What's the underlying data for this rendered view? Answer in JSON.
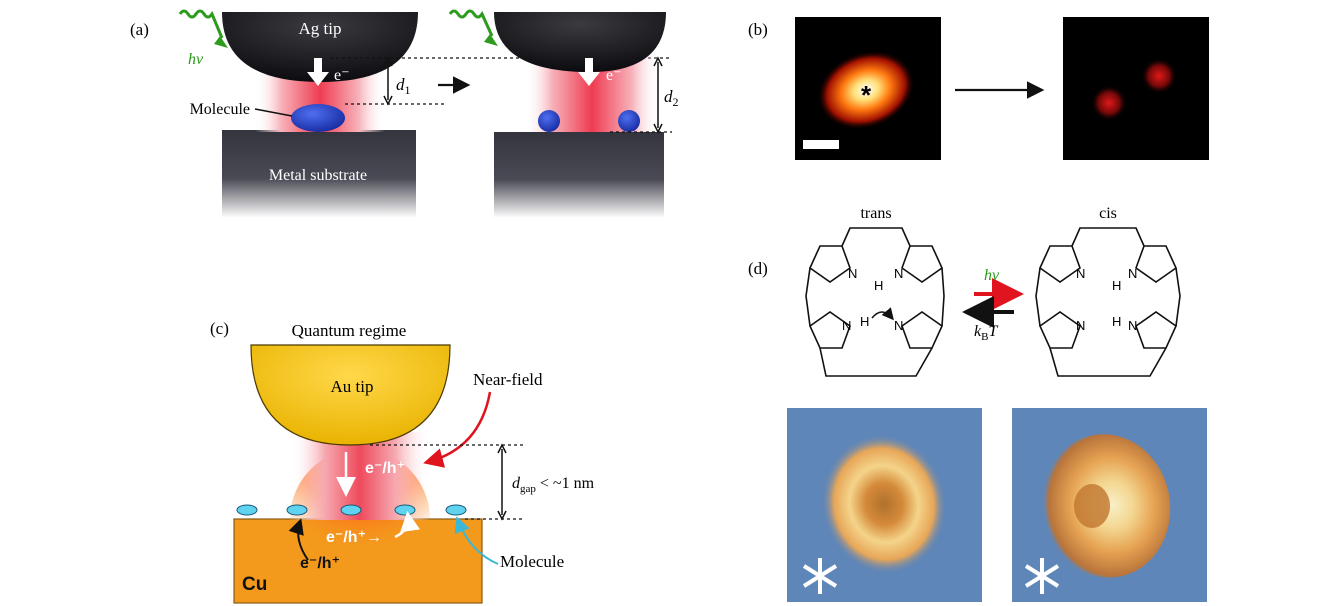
{
  "colors": {
    "beam_red": "#f2455a",
    "photon_green": "#2e9a1e",
    "molecule_blue": "#1f3dc8",
    "substrate_gray": "#3c3c46",
    "gold": "#f5c400",
    "copper": "#f39a1d",
    "cyan_molecule": "#5fd3f0",
    "near_field_red": "#e0141e",
    "cyan_arrow": "#3bb7d8",
    "stm_bg": "#5e86b8"
  },
  "icons": [
    "wavy-photon-arrow-icon",
    "asterisk-icon",
    "scale-bar-icon",
    "curved-arrow-icon"
  ],
  "panel_a": {
    "label": "(a)",
    "tip_label": "Ag tip",
    "photon_label": "hv",
    "electron_label": "e⁻",
    "d1_main": "d",
    "d1_sub": "1",
    "d2_main": "d",
    "d2_sub": "2",
    "molecule_label": "Molecule",
    "substrate_label": "Metal substrate"
  },
  "panel_b": {
    "label": "(b)",
    "marker": "*"
  },
  "panel_c": {
    "label": "(c)",
    "title": "Quantum regime",
    "tip_label": "Au tip",
    "near_field_label": "Near-field",
    "carrier_label": "e⁻/h⁺",
    "carrier_label_arrow": "e⁻/h⁺→",
    "gap_main": "d",
    "gap_sub": "gap",
    "gap_tail": " < ~1 nm",
    "molecule_label": "Molecule",
    "substrate_label": "Cu"
  },
  "panel_d": {
    "label": "(d)",
    "trans_label": "trans",
    "cis_label": "cis",
    "photon_label": "hv",
    "thermal_main": "k",
    "thermal_sub": "B",
    "thermal_tail": "T",
    "atom_N": "N",
    "atom_H": "H",
    "marker": "*"
  }
}
